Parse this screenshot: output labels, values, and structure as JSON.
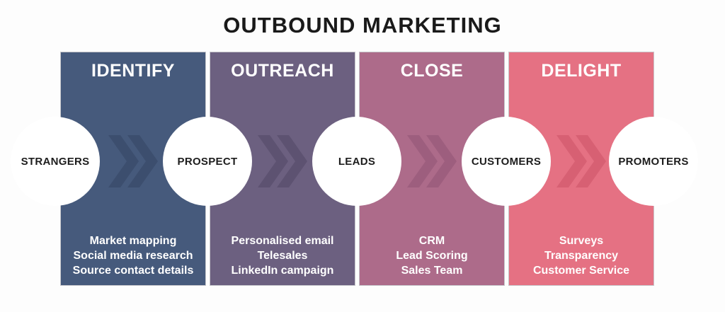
{
  "title": "OUTBOUND MARKETING",
  "colors": {
    "background": "#fdfdfd",
    "title_text": "#1a1a1a",
    "circle_fill": "#ffffff",
    "circle_text": "#1d1d1d",
    "panel_text": "#ffffff"
  },
  "stages": [
    {
      "name": "IDENTIFY",
      "color": "#465a7c",
      "chevron_color": "#3c4e6e",
      "tactics": [
        "Market mapping",
        "Social media research",
        "Source contact details"
      ]
    },
    {
      "name": "OUTREACH",
      "color": "#6c6080",
      "chevron_color": "#5d5271",
      "tactics": [
        "Personalised email",
        "Telesales",
        "LinkedIn campaign"
      ]
    },
    {
      "name": "CLOSE",
      "color": "#ad6b8a",
      "chevron_color": "#9d5e7e",
      "tactics": [
        "CRM",
        "Lead Scoring",
        "Sales Team"
      ]
    },
    {
      "name": "DELIGHT",
      "color": "#e57183",
      "chevron_color": "#d76073",
      "tactics": [
        "Surveys",
        "Transparency",
        "Customer Service"
      ]
    }
  ],
  "audiences": [
    "STRANGERS",
    "PROSPECT",
    "LEADS",
    "CUSTOMERS",
    "PROMOTERS"
  ]
}
